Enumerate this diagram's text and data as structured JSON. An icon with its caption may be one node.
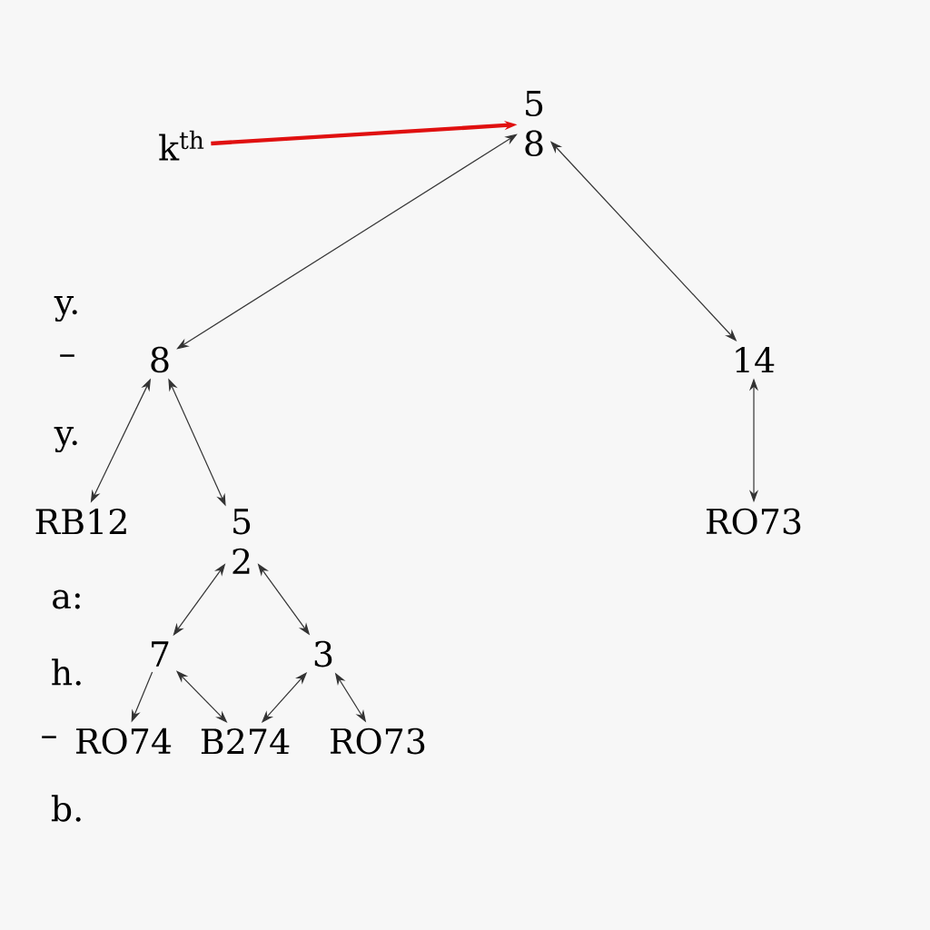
{
  "diagram": {
    "nodes": [
      {
        "text": [
          "k$^{th}$"
        ]
      },
      {
        "text": [
          "5",
          "8"
        ]
      },
      {
        "text": [
          "8"
        ]
      },
      {
        "text": [
          "14"
        ]
      },
      {
        "text": [
          "RB12"
        ]
      },
      {
        "text": [
          "5",
          "2"
        ]
      },
      {
        "text": [
          "RO73"
        ]
      },
      {
        "text": [
          "7"
        ]
      },
      {
        "text": [
          "3"
        ]
      },
      {
        "text": [
          "RO74"
        ]
      },
      {
        "text": [
          "B274"
        ]
      },
      {
        "text": [
          "RO73"
        ]
      }
    ],
    "edges": [
      {
        "from": 0,
        "to": 1,
        "arrow": "to",
        "color": "#e01010",
        "style": "thick"
      },
      {
        "from": 1,
        "to": 2,
        "arrow": "both"
      },
      {
        "from": 1,
        "to": 3,
        "arrow": "both"
      },
      {
        "from": 2,
        "to": 4,
        "arrow": "both"
      },
      {
        "from": 2,
        "to": 5,
        "arrow": "both"
      },
      {
        "from": 3,
        "to": 6,
        "arrow": "both"
      },
      {
        "from": 5,
        "to": 7,
        "arrow": "both"
      },
      {
        "from": 5,
        "to": 8,
        "arrow": "both"
      },
      {
        "from": 7,
        "to": 9,
        "arrow": "to"
      },
      {
        "from": 7,
        "to": 10,
        "arrow": "both"
      },
      {
        "from": 8,
        "to": 10,
        "arrow": "both"
      },
      {
        "from": 8,
        "to": 11,
        "arrow": "both"
      }
    ],
    "labels": [
      "y.",
      "–",
      "y.",
      "a:",
      "h.",
      "–",
      "b."
    ]
  }
}
